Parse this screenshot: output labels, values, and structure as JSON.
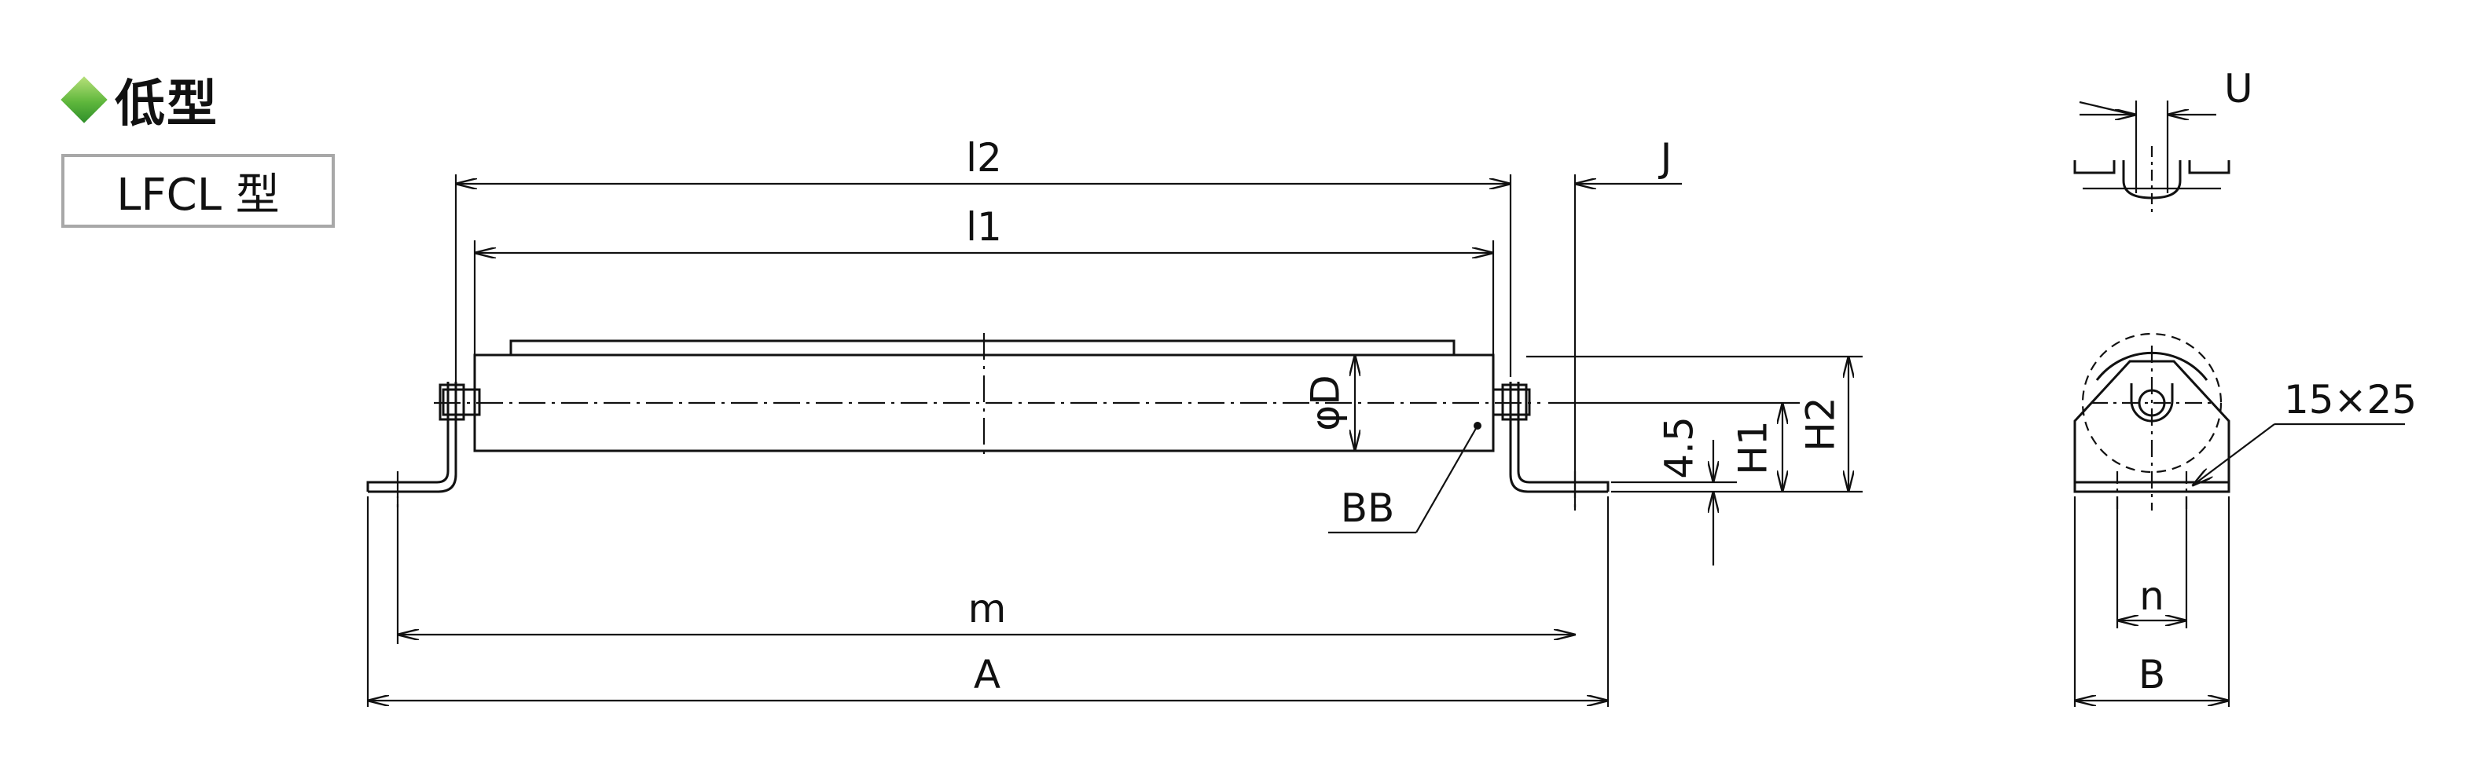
{
  "header": {
    "title": "低型",
    "type_label": "LFCL 型"
  },
  "dimensions": {
    "l2": "l2",
    "l1": "l1",
    "j": "J",
    "phi_d": "φD",
    "bb": "BB",
    "h1": "H1",
    "h2": "H2",
    "t45": "4.5",
    "m": "m",
    "a": "A",
    "u": "U",
    "slot": "15×25",
    "n": "n",
    "b": "B"
  },
  "colors": {
    "line": "#111111",
    "diamond_light": "#b7e07a",
    "diamond_dark": "#2f8f2a",
    "box_border": "#a8a8a8"
  }
}
